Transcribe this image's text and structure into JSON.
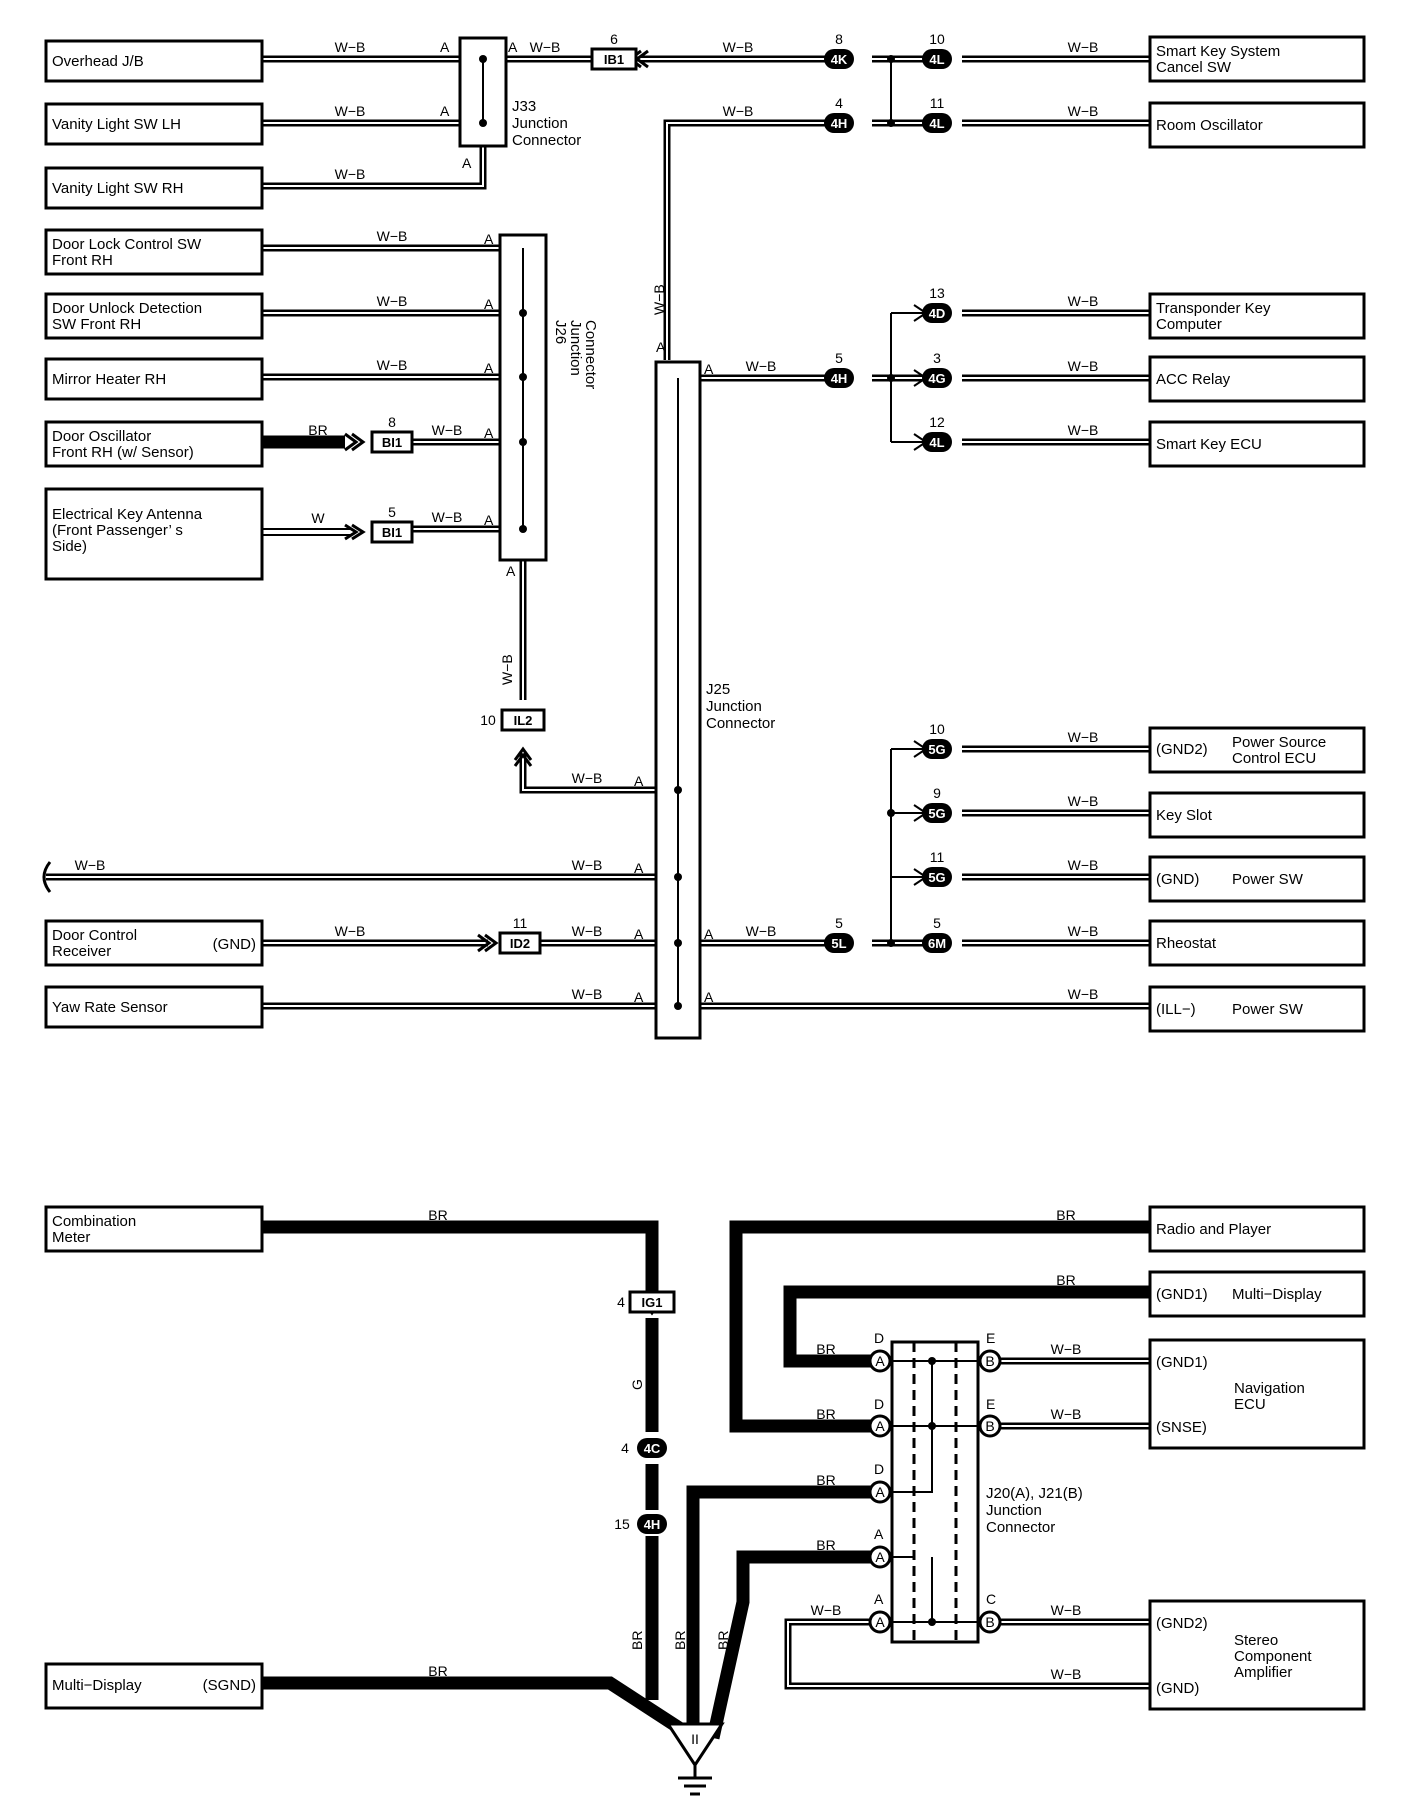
{
  "components_top_left": [
    {
      "lines": [
        "Overhead J/B"
      ]
    },
    {
      "lines": [
        "Vanity Light SW LH"
      ]
    },
    {
      "lines": [
        "Vanity Light SW RH"
      ]
    },
    {
      "lines": [
        "Door Lock Control SW",
        "Front RH"
      ]
    },
    {
      "lines": [
        "Door Unlock Detection",
        "SW Front RH"
      ]
    },
    {
      "lines": [
        "Mirror Heater RH"
      ]
    },
    {
      "lines": [
        "Door Oscillator",
        "Front RH (w/ Sensor)"
      ]
    },
    {
      "lines": [
        "Electrical Key Antenna",
        "(Front Passenger’ s",
        " Side)"
      ]
    },
    {
      "lines": [
        "Door Control",
        "Receiver"
      ],
      "terminal": "(GND)"
    },
    {
      "lines": [
        "Yaw Rate Sensor"
      ]
    }
  ],
  "components_top_right": [
    {
      "lines": [
        "Smart Key System",
        "Cancel SW"
      ]
    },
    {
      "lines": [
        "Room Oscillator"
      ]
    },
    {
      "lines": [
        "Transponder Key",
        "Computer"
      ]
    },
    {
      "lines": [
        " ACC Relay"
      ]
    },
    {
      "lines": [
        "Smart Key ECU"
      ]
    },
    {
      "terminal": "(GND2)",
      "lines": [
        "Power Source",
        "Control ECU"
      ]
    },
    {
      "lines": [
        "Key Slot"
      ]
    },
    {
      "terminal": "(GND)",
      "lines": [
        "Power SW"
      ]
    },
    {
      "lines": [
        "Rheostat"
      ]
    },
    {
      "terminal": "(ILL−)",
      "lines": [
        "Power SW"
      ]
    }
  ],
  "components_bottom": [
    {
      "lines": [
        "Combination",
        "Meter"
      ]
    },
    {
      "lines": [
        "Multi−Display"
      ],
      "terminal": "(SGND)"
    },
    {
      "lines": [
        "Radio and Player"
      ]
    },
    {
      "terminal": "(GND1)",
      "lines": [
        "Multi−Display"
      ]
    },
    {
      "terminals": [
        "(GND1)",
        "(SNSE)"
      ],
      "lines": [
        "Navigation",
        "ECU"
      ]
    },
    {
      "terminals": [
        "(GND2)",
        "(GND)"
      ],
      "lines": [
        "Stereo",
        "Component",
        "Amplifier"
      ]
    }
  ],
  "junctions": {
    "j33": [
      "J33",
      "Junction",
      "Connector"
    ],
    "j26": [
      "J26",
      "Junction",
      "Connector"
    ],
    "j25": [
      "J25",
      "Junction",
      "Connector"
    ],
    "j20": [
      "J20(A), J21(B)",
      "Junction",
      "Connector"
    ]
  },
  "connectors": {
    "ib1": {
      "code": "IB1",
      "pin": "6"
    },
    "bi1a": {
      "code": "BI1",
      "pin": "8"
    },
    "bi1b": {
      "code": "BI1",
      "pin": "5"
    },
    "il2": {
      "code": "IL2",
      "pin": "10"
    },
    "id2": {
      "code": "ID2",
      "pin": "11"
    },
    "ig1": {
      "code": "IG1",
      "pin": "4"
    }
  },
  "ovals": {
    "o4k": {
      "code": "4K",
      "pin": "8"
    },
    "o4l1": {
      "code": "4L",
      "pin": "10"
    },
    "o4h1": {
      "code": "4H",
      "pin": "4"
    },
    "o4l2": {
      "code": "4L",
      "pin": "11"
    },
    "o4d": {
      "code": "4D",
      "pin": "13"
    },
    "o4h2": {
      "code": "4H",
      "pin": "5"
    },
    "o4g": {
      "code": "4G",
      "pin": "3"
    },
    "o4l3": {
      "code": "4L",
      "pin": "12"
    },
    "o5g1": {
      "code": "5G",
      "pin": "10"
    },
    "o5g2": {
      "code": "5G",
      "pin": "9"
    },
    "o5g3": {
      "code": "5G",
      "pin": "11"
    },
    "o5l": {
      "code": "5L",
      "pin": "5"
    },
    "o6m": {
      "code": "6M",
      "pin": "5"
    },
    "o4c": {
      "code": "4C",
      "pin": "4"
    },
    "o4hb": {
      "code": "4H",
      "pin": "15"
    }
  },
  "wire_colors": {
    "wb": "W−B",
    "br": "BR",
    "w": "W",
    "g": "G"
  },
  "pins": {
    "a": "A",
    "b": "B",
    "c": "C",
    "d": "D",
    "e": "E"
  },
  "ground_label": "II"
}
